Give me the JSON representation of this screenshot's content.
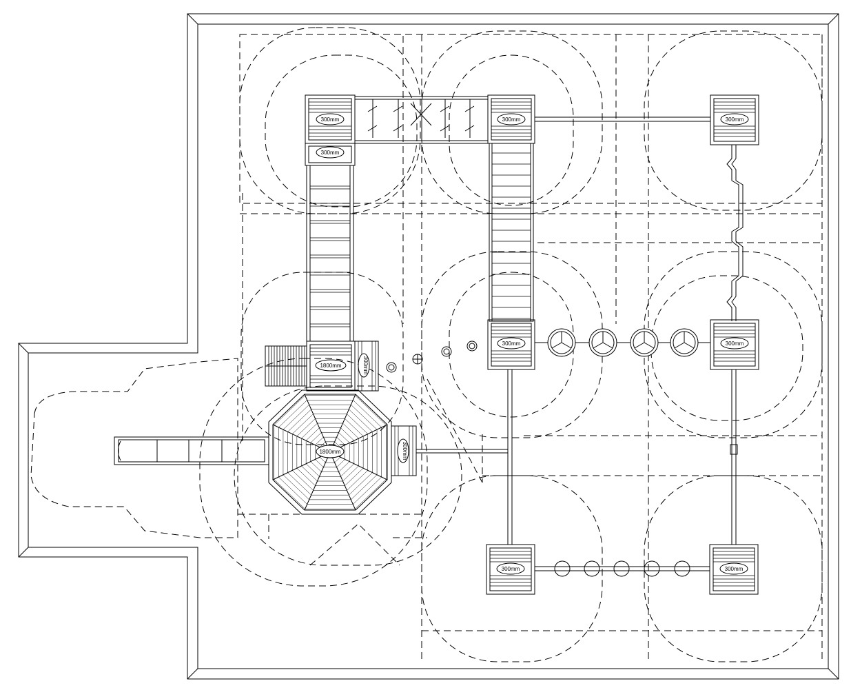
{
  "labels": {
    "p_tl_top": "300mm",
    "p_tl_low": "300mm",
    "p_tm": "300mm",
    "p_tr": "300mm",
    "p_mid_c": "300mm",
    "p_mid_r": "300mm",
    "p_bot_c": "300mm",
    "p_bot_r": "300mm",
    "p_big": "1800mm",
    "p_side": "300mm",
    "oct": "1800mm",
    "p_oct_side": "300mm"
  },
  "colors": {
    "ink": "#000000",
    "paper": "#ffffff"
  }
}
